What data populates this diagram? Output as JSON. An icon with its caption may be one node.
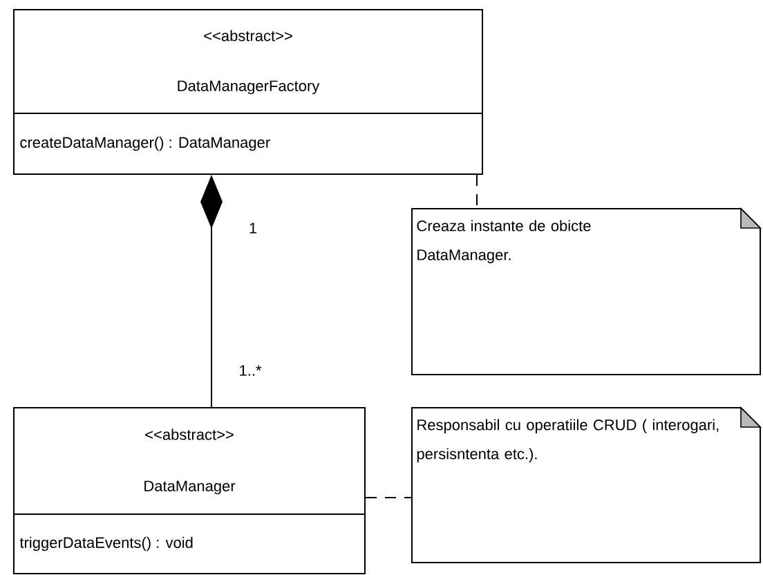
{
  "diagram": {
    "nodes": [
      {
        "text": [
          "<<abstract>>",
          "DataManagerFactory",
          "createDataManager() : DataManager"
        ]
      },
      {
        "text": [
          "Creaza instante de obicte DataManager."
        ]
      },
      {
        "text": [
          "<<abstract>>",
          "DataManager",
          "triggerDataEvents() : void"
        ]
      },
      {
        "text": [
          "Responsabil cu operatiile CRUD ( interogari, persisntenta etc.)."
        ]
      }
    ],
    "edges": [
      {
        "from": 0,
        "to": 1,
        "arrow": "none",
        "style": "dashed"
      },
      {
        "from": 2,
        "to": 0,
        "arrow": "other"
      },
      {
        "from": 2,
        "to": 3,
        "arrow": "none",
        "style": "dashed"
      }
    ],
    "labels": [
      "1",
      "1..*"
    ]
  }
}
